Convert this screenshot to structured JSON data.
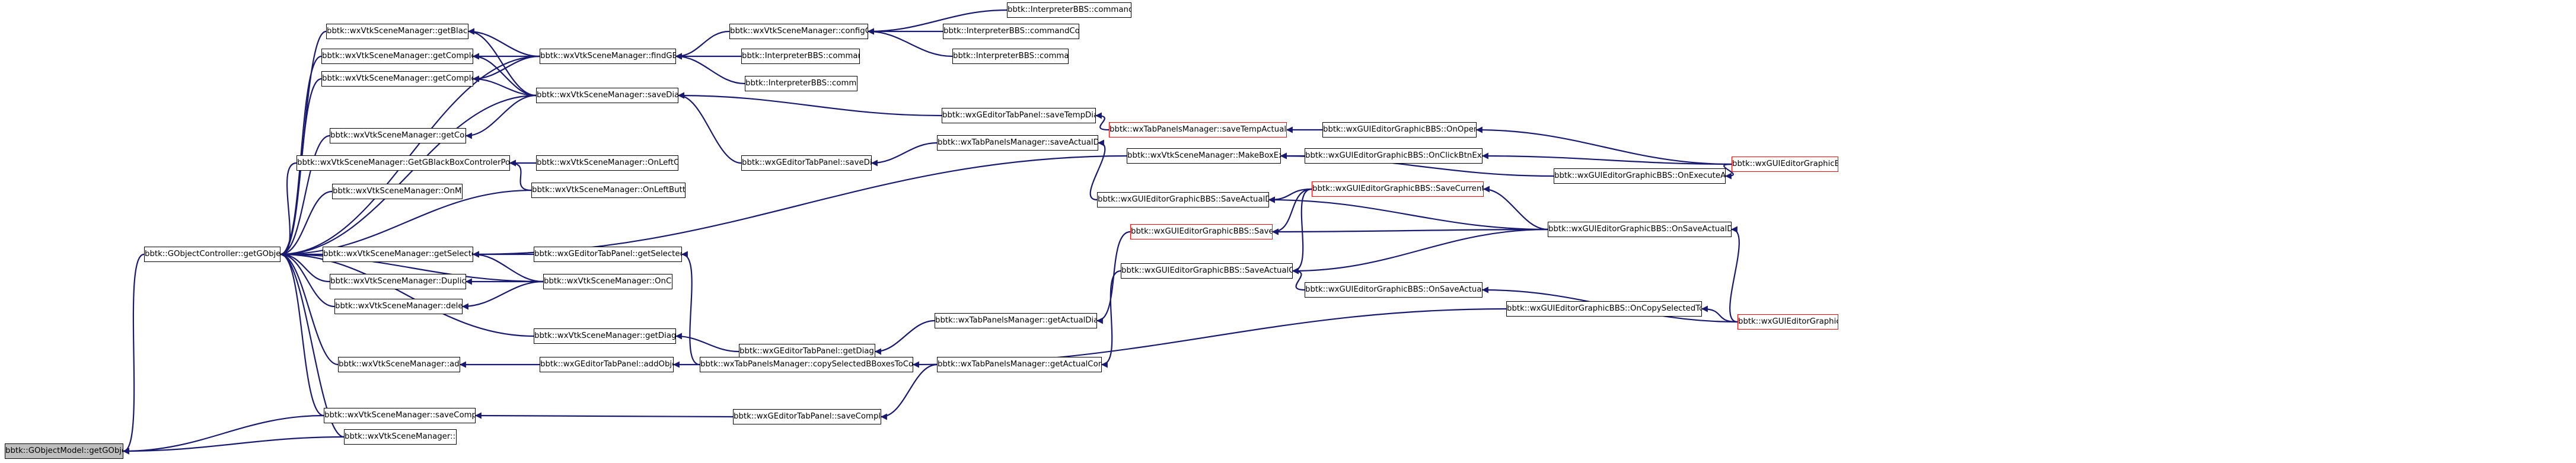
{
  "nodes": [
    {
      "id": "n0",
      "label": "bbtk::GObjectModel::getGObjectType",
      "focus": true
    },
    {
      "id": "n1",
      "label": "bbtk::GObjectController::getGObjectType"
    },
    {
      "id": "n2",
      "label": "bbtk::wxVtkSceneManager::getBlackBoxes"
    },
    {
      "id": "n3",
      "label": "bbtk::wxVtkSceneManager::getComplexInputPorts"
    },
    {
      "id": "n4",
      "label": "bbtk::wxVtkSceneManager::getComplexOutputPorts"
    },
    {
      "id": "n5",
      "label": "bbtk::wxVtkSceneManager::getConnections"
    },
    {
      "id": "n6",
      "label": "bbtk::wxVtkSceneManager::GetGBlackBoxControlerPointedByMouse"
    },
    {
      "id": "n7",
      "label": "bbtk::wxVtkSceneManager::OnMouseMove"
    },
    {
      "id": "n8",
      "label": "bbtk::wxVtkSceneManager::getSelectedObjects"
    },
    {
      "id": "n9",
      "label": "bbtk::wxVtkSceneManager::DuplicateObjects"
    },
    {
      "id": "n10",
      "label": "bbtk::wxVtkSceneManager::deleteObject"
    },
    {
      "id": "n11",
      "label": "bbtk::wxVtkSceneManager::getDiagramBBS"
    },
    {
      "id": "n12",
      "label": "bbtk::wxVtkSceneManager::addObjects"
    },
    {
      "id": "n13",
      "label": "bbtk::wxVtkSceneManager::saveComplexBoxBBS"
    },
    {
      "id": "n14",
      "label": "bbtk::wxVtkSceneManager::update"
    },
    {
      "id": "n15",
      "label": "bbtk::wxVtkSceneManager::findGBox"
    },
    {
      "id": "n16",
      "label": "bbtk::wxVtkSceneManager::saveDiagram"
    },
    {
      "id": "n17",
      "label": "bbtk::wxVtkSceneManager::OnLeftClick"
    },
    {
      "id": "n18",
      "label": "bbtk::wxVtkSceneManager::OnLeftButtonDown"
    },
    {
      "id": "n19",
      "label": "bbtk::wxGEditorTabPanel::getSelectedObjects"
    },
    {
      "id": "n20",
      "label": "bbtk::wxVtkSceneManager::OnChar"
    },
    {
      "id": "n21",
      "label": "bbtk::wxGEditorTabPanel::addObjects"
    },
    {
      "id": "n22",
      "label": "bbtk::wxVtkSceneManager::configGConnetion"
    },
    {
      "id": "n23",
      "label": "bbtk::InterpreterBBS::commandExec"
    },
    {
      "id": "n24",
      "label": "bbtk::InterpreterBBS::commandSet"
    },
    {
      "id": "n25",
      "label": "bbtk::wxGEditorTabPanel::saveDiagram"
    },
    {
      "id": "n26",
      "label": "bbtk::wxGEditorTabPanel::getDiagramBBS"
    },
    {
      "id": "n27",
      "label": "bbtk::wxTabPanelsManager::copySelectedBBoxesToComplexDiagram"
    },
    {
      "id": "n28",
      "label": "bbtk::wxGEditorTabPanel::saveComplexBoxBBS"
    },
    {
      "id": "n29",
      "label": "bbtk::InterpreterBBS::commandOutput"
    },
    {
      "id": "n30",
      "label": "bbtk::InterpreterBBS::commandConnection"
    },
    {
      "id": "n31",
      "label": "bbtk::InterpreterBBS::commandInput"
    },
    {
      "id": "n32",
      "label": "bbtk::wxGEditorTabPanel::saveTempDiagram"
    },
    {
      "id": "n33",
      "label": "bbtk::wxTabPanelsManager::saveActualDiagram"
    },
    {
      "id": "n34",
      "label": "bbtk::wxVtkSceneManager::MakeBoxExecutable"
    },
    {
      "id": "n35",
      "label": "bbtk::wxTabPanelsManager::getActualDiagramBBS"
    },
    {
      "id": "n36",
      "label": "bbtk::wxTabPanelsManager::getActualComplexBoxBBS"
    },
    {
      "id": "n37",
      "label": "bbtk::wxTabPanelsManager::saveTempActualDiagram",
      "red": true
    },
    {
      "id": "n38",
      "label": "bbtk::wxGUIEditorGraphicBBS::SaveActualDiagram"
    },
    {
      "id": "n39",
      "label": "bbtk::wxGUIEditorGraphicBBS::SaveActualBBS",
      "red": true
    },
    {
      "id": "n40",
      "label": "bbtk::wxGUIEditorGraphicBBS::SaveActualComplexBox"
    },
    {
      "id": "n41",
      "label": "bbtk::wxGUIEditorGraphicBBS::OnOpenDiagram"
    },
    {
      "id": "n42",
      "label": "bbtk::wxGUIEditorGraphicBBS::OnClickBtnExecutableBox"
    },
    {
      "id": "n43",
      "label": "bbtk::wxGUIEditorGraphicBBS::SaveCurrentDiagramAs",
      "red": true
    },
    {
      "id": "n44",
      "label": "bbtk::wxGUIEditorGraphicBBS::OnSaveActualComplexBox"
    },
    {
      "id": "n45",
      "label": "bbtk::wxGUIEditorGraphicBBS::OnExecuteActualDiagram"
    },
    {
      "id": "n46",
      "label": "bbtk::wxGUIEditorGraphicBBS::OnSaveActualDiagram"
    },
    {
      "id": "n47",
      "label": "bbtk::wxGUIEditorGraphicBBS::OnCopySelectedToComplexDiagram"
    },
    {
      "id": "n48",
      "label": "bbtk::wxGUIEditorGraphicBBS::initToolbar",
      "red": true
    },
    {
      "id": "n49",
      "label": "bbtk::wxGUIEditorGraphicBBS::initMenu",
      "red": true
    }
  ],
  "edges": [
    [
      "n1",
      "n0"
    ],
    [
      "n13",
      "n0"
    ],
    [
      "n14",
      "n0"
    ],
    [
      "n2",
      "n1"
    ],
    [
      "n3",
      "n1"
    ],
    [
      "n4",
      "n1"
    ],
    [
      "n5",
      "n1"
    ],
    [
      "n6",
      "n1"
    ],
    [
      "n7",
      "n1"
    ],
    [
      "n8",
      "n1"
    ],
    [
      "n9",
      "n1"
    ],
    [
      "n10",
      "n1"
    ],
    [
      "n11",
      "n1"
    ],
    [
      "n12",
      "n1"
    ],
    [
      "n13",
      "n1"
    ],
    [
      "n14",
      "n1"
    ],
    [
      "n18",
      "n1"
    ],
    [
      "n20",
      "n1"
    ],
    [
      "n15",
      "n1"
    ],
    [
      "n16",
      "n1"
    ],
    [
      "n15",
      "n2"
    ],
    [
      "n16",
      "n2"
    ],
    [
      "n15",
      "n3"
    ],
    [
      "n16",
      "n3"
    ],
    [
      "n15",
      "n4"
    ],
    [
      "n16",
      "n4"
    ],
    [
      "n16",
      "n5"
    ],
    [
      "n17",
      "n6"
    ],
    [
      "n18",
      "n6"
    ],
    [
      "n19",
      "n8"
    ],
    [
      "n20",
      "n8"
    ],
    [
      "n34",
      "n8"
    ],
    [
      "n20",
      "n9"
    ],
    [
      "n20",
      "n10"
    ],
    [
      "n26",
      "n11"
    ],
    [
      "n21",
      "n12"
    ],
    [
      "n28",
      "n13"
    ],
    [
      "n27",
      "n19"
    ],
    [
      "n27",
      "n21"
    ],
    [
      "n22",
      "n15"
    ],
    [
      "n23",
      "n15"
    ],
    [
      "n24",
      "n15"
    ],
    [
      "n25",
      "n16"
    ],
    [
      "n32",
      "n16"
    ],
    [
      "n29",
      "n22"
    ],
    [
      "n30",
      "n22"
    ],
    [
      "n31",
      "n22"
    ],
    [
      "n33",
      "n25"
    ],
    [
      "n35",
      "n26"
    ],
    [
      "n36",
      "n28"
    ],
    [
      "n47",
      "n27"
    ],
    [
      "n37",
      "n32"
    ],
    [
      "n38",
      "n33"
    ],
    [
      "n45",
      "n34"
    ],
    [
      "n42",
      "n34"
    ],
    [
      "n39",
      "n35"
    ],
    [
      "n40",
      "n36"
    ],
    [
      "n41",
      "n37"
    ],
    [
      "n43",
      "n38"
    ],
    [
      "n46",
      "n38"
    ],
    [
      "n43",
      "n39"
    ],
    [
      "n46",
      "n39"
    ],
    [
      "n43",
      "n40"
    ],
    [
      "n46",
      "n40"
    ],
    [
      "n44",
      "n40"
    ],
    [
      "n48",
      "n41"
    ],
    [
      "n48",
      "n42"
    ],
    [
      "n46",
      "n43"
    ],
    [
      "n49",
      "n44"
    ],
    [
      "n48",
      "n45"
    ],
    [
      "n49",
      "n46"
    ],
    [
      "n49",
      "n47"
    ]
  ]
}
